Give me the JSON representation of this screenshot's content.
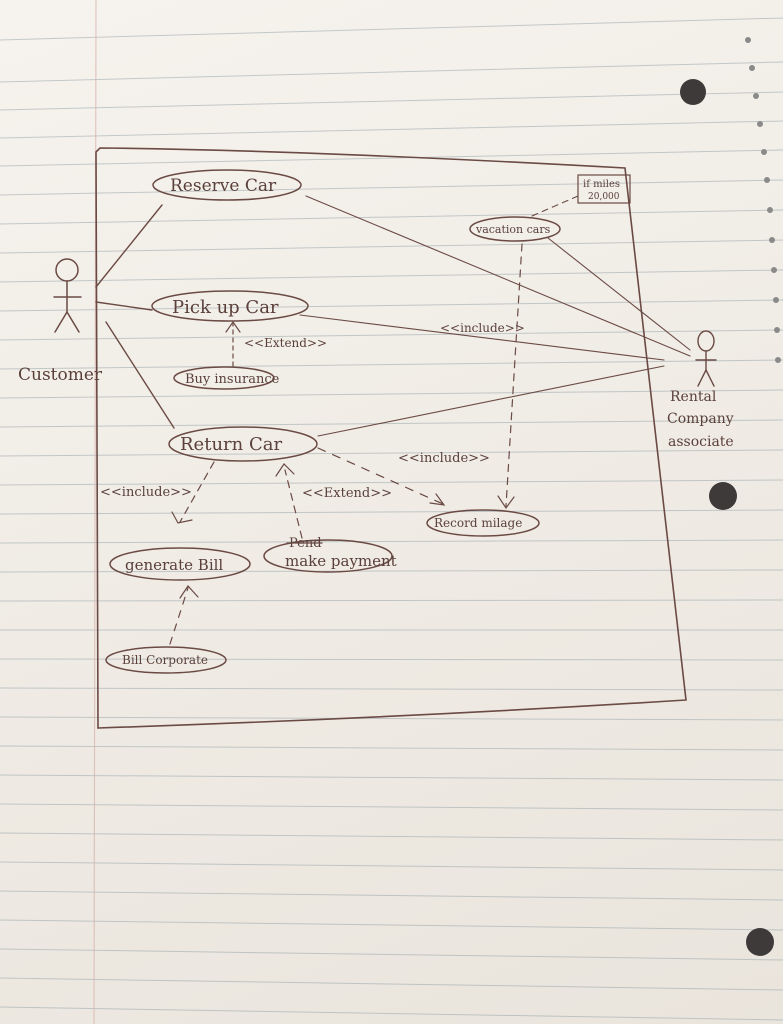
{
  "actors": {
    "customer": "Customer",
    "associate_line1": "Rental",
    "associate_line2": "Company",
    "associate_line3": "associate"
  },
  "use_cases": {
    "reserve_car": "Reserve Car",
    "pick_up_car": "Pick up Car",
    "buy_insurance": "Buy insurance",
    "return_car": "Return Car",
    "vacation_cars": "vacation cars",
    "record_mileage": "Record milage",
    "generate_bill": "generate Bill",
    "make_payment_struck": "Pend",
    "make_payment": "make payment",
    "bill_corporate": "Bill Corporate"
  },
  "note": {
    "line1": "if miles",
    "line2": "20,000"
  },
  "relations": {
    "include_vacation_record": "<<include>>",
    "extend_insurance_pickup": "<<Extend>>",
    "include_return_record": "<<include>>",
    "include_return_bill": "<<include>>",
    "extend_payment_return": "<<Extend>>"
  }
}
